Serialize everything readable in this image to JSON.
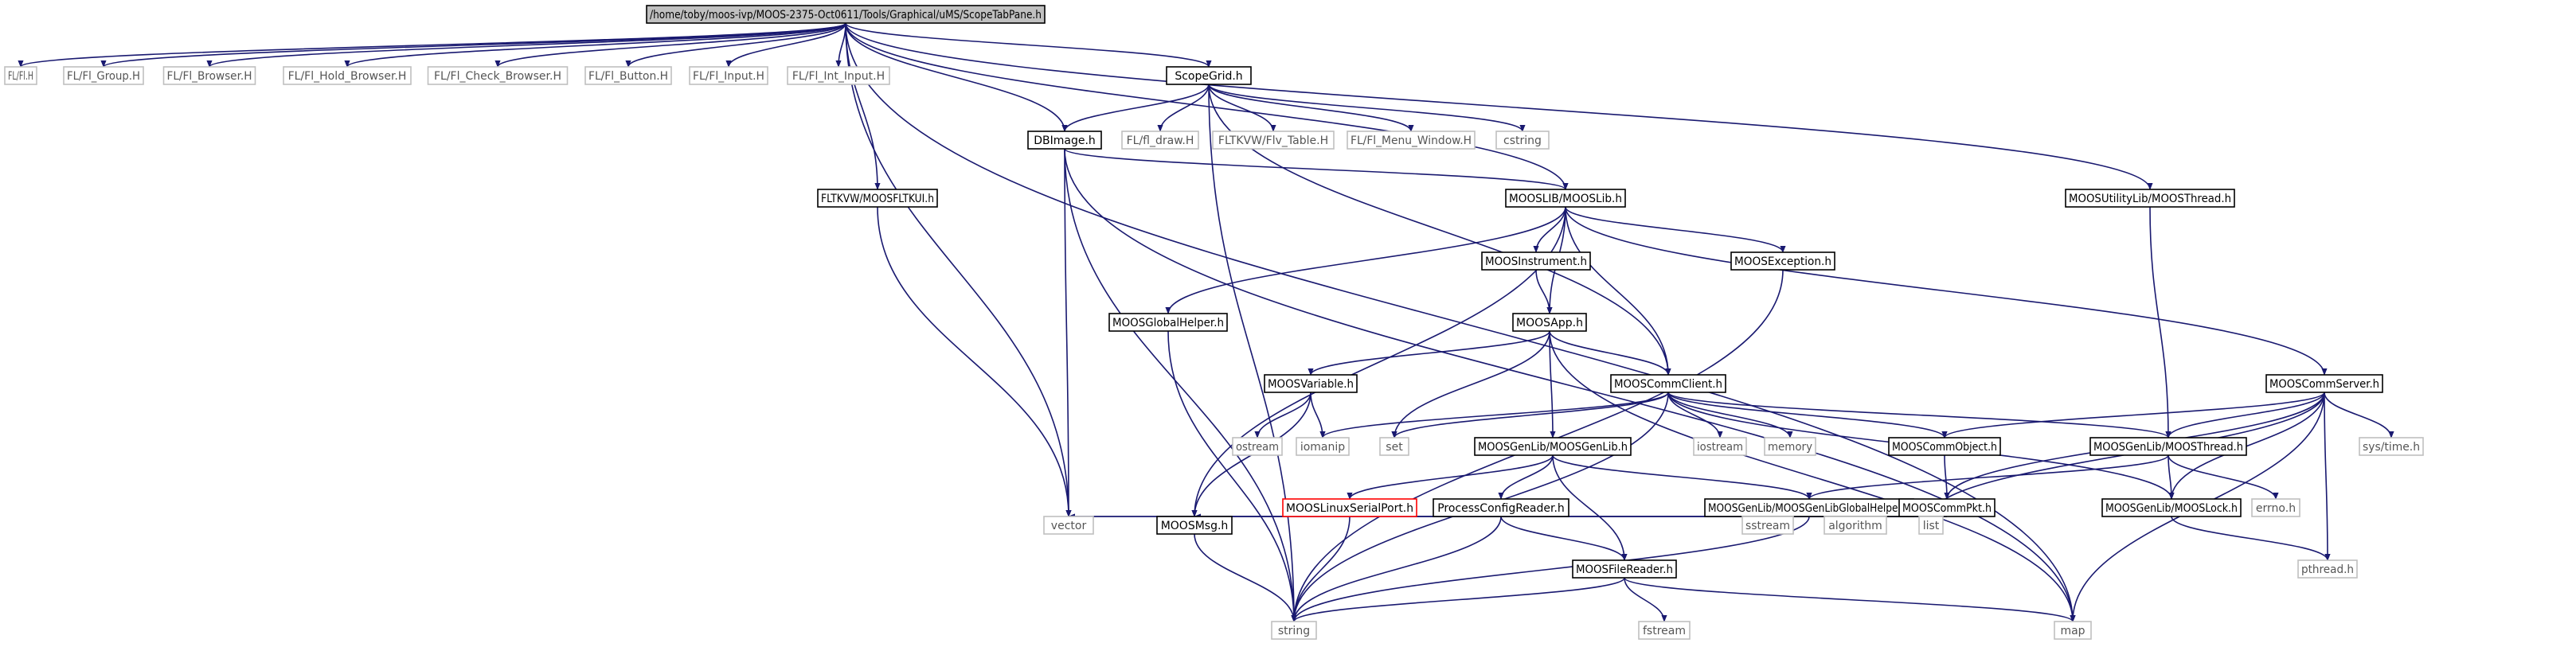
{
  "diagram": {
    "kind": "include-dependency-graph",
    "colors": {
      "edge": "#191970",
      "root_fill": "#c0c0c0",
      "node_border": "#000000",
      "external_border": "#bfbfbf",
      "missing_border": "#ff0000",
      "background": "#ffffff"
    },
    "nodes": [
      {
        "id": "root",
        "label": "/home/toby/moos-ivp/MOOS-2375-Oct0611/Tools/Graphical/uMS/ScopeTabPane.h",
        "style": "root"
      },
      {
        "id": "fl_h",
        "label": "FL/Fl.H",
        "style": "external"
      },
      {
        "id": "fl_group",
        "label": "FL/Fl_Group.H",
        "style": "external"
      },
      {
        "id": "fl_browser",
        "label": "FL/Fl_Browser.H",
        "style": "external"
      },
      {
        "id": "fl_hold_browser",
        "label": "FL/Fl_Hold_Browser.H",
        "style": "external"
      },
      {
        "id": "fl_check_browser",
        "label": "FL/Fl_Check_Browser.H",
        "style": "external"
      },
      {
        "id": "fl_button",
        "label": "FL/Fl_Button.H",
        "style": "external"
      },
      {
        "id": "fl_input",
        "label": "FL/Fl_Input.H",
        "style": "external"
      },
      {
        "id": "fl_int_input",
        "label": "FL/Fl_Int_Input.H",
        "style": "external"
      },
      {
        "id": "scopegrid",
        "label": "ScopeGrid.h",
        "style": "normal"
      },
      {
        "id": "dbimage",
        "label": "DBImage.h",
        "style": "normal"
      },
      {
        "id": "fl_draw",
        "label": "FL/fl_draw.H",
        "style": "external"
      },
      {
        "id": "flv_table",
        "label": "FLTKVW/Flv_Table.H",
        "style": "external"
      },
      {
        "id": "fl_menu_window",
        "label": "FL/Fl_Menu_Window.H",
        "style": "external"
      },
      {
        "id": "cstring",
        "label": "cstring",
        "style": "external"
      },
      {
        "id": "moosfltkui",
        "label": "FLTKVW/MOOSFLTKUI.h",
        "style": "normal"
      },
      {
        "id": "mooslib",
        "label": "MOOSLIB/MOOSLib.h",
        "style": "normal"
      },
      {
        "id": "utilthread",
        "label": "MOOSUtilityLib/MOOSThread.h",
        "style": "normal"
      },
      {
        "id": "moosinstrument",
        "label": "MOOSInstrument.h",
        "style": "normal"
      },
      {
        "id": "moosexception",
        "label": "MOOSException.h",
        "style": "normal"
      },
      {
        "id": "moosglobalhelper",
        "label": "MOOSGlobalHelper.h",
        "style": "normal"
      },
      {
        "id": "moosapp",
        "label": "MOOSApp.h",
        "style": "normal"
      },
      {
        "id": "moosvariable",
        "label": "MOOSVariable.h",
        "style": "normal"
      },
      {
        "id": "mooscommclient",
        "label": "MOOSCommClient.h",
        "style": "normal"
      },
      {
        "id": "mooscommserver",
        "label": "MOOSCommServer.h",
        "style": "normal"
      },
      {
        "id": "ostream",
        "label": "ostream",
        "style": "external"
      },
      {
        "id": "iomanip",
        "label": "iomanip",
        "style": "external"
      },
      {
        "id": "set",
        "label": "set",
        "style": "external"
      },
      {
        "id": "iostream",
        "label": "iostream",
        "style": "external"
      },
      {
        "id": "memory",
        "label": "memory",
        "style": "external"
      },
      {
        "id": "mooscommobject",
        "label": "MOOSCommObject.h",
        "style": "normal"
      },
      {
        "id": "genthread",
        "label": "MOOSGenLib/MOOSThread.h",
        "style": "normal"
      },
      {
        "id": "systime",
        "label": "sys/time.h",
        "style": "external"
      },
      {
        "id": "moosgenlib",
        "label": "MOOSGenLib/MOOSGenLib.h",
        "style": "normal"
      },
      {
        "id": "linuxserial",
        "label": "MOOSLinuxSerialPort.h",
        "style": "missing"
      },
      {
        "id": "processconfig",
        "label": "ProcessConfigReader.h",
        "style": "normal"
      },
      {
        "id": "globalhelper2",
        "label": "MOOSGenLib/MOOSGenLibGlobalHelper.h",
        "style": "normal"
      },
      {
        "id": "mooscommpkt",
        "label": "MOOSCommPkt.h",
        "style": "normal"
      },
      {
        "id": "mooslock",
        "label": "MOOSGenLib/MOOSLock.h",
        "style": "normal"
      },
      {
        "id": "errno",
        "label": "errno.h",
        "style": "external"
      },
      {
        "id": "vector",
        "label": "vector",
        "style": "external"
      },
      {
        "id": "moosmsg",
        "label": "MOOSMsg.h",
        "style": "normal"
      },
      {
        "id": "moosfilereader",
        "label": "MOOSFileReader.h",
        "style": "normal"
      },
      {
        "id": "sstream",
        "label": "sstream",
        "style": "external"
      },
      {
        "id": "algorithm",
        "label": "algorithm",
        "style": "external"
      },
      {
        "id": "list",
        "label": "list",
        "style": "external"
      },
      {
        "id": "pthread",
        "label": "pthread.h",
        "style": "external"
      },
      {
        "id": "string",
        "label": "string",
        "style": "external"
      },
      {
        "id": "fstream",
        "label": "fstream",
        "style": "external"
      },
      {
        "id": "map",
        "label": "map",
        "style": "external"
      }
    ],
    "edges": [
      [
        "root",
        "fl_h"
      ],
      [
        "root",
        "fl_group"
      ],
      [
        "root",
        "fl_browser"
      ],
      [
        "root",
        "fl_hold_browser"
      ],
      [
        "root",
        "fl_check_browser"
      ],
      [
        "root",
        "fl_button"
      ],
      [
        "root",
        "fl_input"
      ],
      [
        "root",
        "fl_int_input"
      ],
      [
        "root",
        "scopegrid"
      ],
      [
        "root",
        "dbimage"
      ],
      [
        "root",
        "moosfltkui"
      ],
      [
        "root",
        "mooslib"
      ],
      [
        "root",
        "utilthread"
      ],
      [
        "root",
        "vector"
      ],
      [
        "root",
        "map"
      ],
      [
        "scopegrid",
        "dbimage"
      ],
      [
        "scopegrid",
        "fl_draw"
      ],
      [
        "scopegrid",
        "flv_table"
      ],
      [
        "scopegrid",
        "fl_menu_window"
      ],
      [
        "scopegrid",
        "cstring"
      ],
      [
        "scopegrid",
        "string"
      ],
      [
        "scopegrid",
        "mooscommclient"
      ],
      [
        "dbimage",
        "mooslib"
      ],
      [
        "dbimage",
        "vector"
      ],
      [
        "dbimage",
        "string"
      ],
      [
        "dbimage",
        "map"
      ],
      [
        "moosfltkui",
        "vector"
      ],
      [
        "mooslib",
        "moosinstrument"
      ],
      [
        "mooslib",
        "moosexception"
      ],
      [
        "mooslib",
        "moosglobalhelper"
      ],
      [
        "mooslib",
        "moosapp"
      ],
      [
        "mooslib",
        "mooscommclient"
      ],
      [
        "mooslib",
        "mooscommserver"
      ],
      [
        "mooslib",
        "moosmsg"
      ],
      [
        "utilthread",
        "genthread"
      ],
      [
        "moosinstrument",
        "moosapp"
      ],
      [
        "moosexception",
        "string"
      ],
      [
        "moosglobalhelper",
        "string"
      ],
      [
        "moosapp",
        "moosvariable"
      ],
      [
        "moosapp",
        "mooscommclient"
      ],
      [
        "moosapp",
        "set"
      ],
      [
        "moosapp",
        "moosgenlib"
      ],
      [
        "moosapp",
        "map"
      ],
      [
        "moosvariable",
        "ostream"
      ],
      [
        "moosvariable",
        "iomanip"
      ],
      [
        "moosvariable",
        "moosmsg"
      ],
      [
        "mooscommclient",
        "iomanip"
      ],
      [
        "mooscommclient",
        "set"
      ],
      [
        "mooscommclient",
        "iostream"
      ],
      [
        "mooscommclient",
        "memory"
      ],
      [
        "mooscommclient",
        "mooscommobject"
      ],
      [
        "mooscommclient",
        "genthread"
      ],
      [
        "mooscommclient",
        "mooslock"
      ],
      [
        "mooscommclient",
        "string"
      ],
      [
        "mooscommserver",
        "mooscommobject"
      ],
      [
        "mooscommserver",
        "genthread"
      ],
      [
        "mooscommserver",
        "systime"
      ],
      [
        "mooscommserver",
        "mooslock"
      ],
      [
        "mooscommserver",
        "mooscommpkt"
      ],
      [
        "mooscommserver",
        "list"
      ],
      [
        "mooscommserver",
        "pthread"
      ],
      [
        "mooscommserver",
        "map"
      ],
      [
        "mooscommobject",
        "mooscommpkt"
      ],
      [
        "genthread",
        "mooslock"
      ],
      [
        "genthread",
        "errno"
      ],
      [
        "genthread",
        "globalhelper2"
      ],
      [
        "moosgenlib",
        "linuxserial"
      ],
      [
        "moosgenlib",
        "processconfig"
      ],
      [
        "moosgenlib",
        "globalhelper2"
      ],
      [
        "moosgenlib",
        "moosfilereader"
      ],
      [
        "linuxserial",
        "string"
      ],
      [
        "processconfig",
        "moosfilereader"
      ],
      [
        "processconfig",
        "string"
      ],
      [
        "processconfig",
        "list"
      ],
      [
        "processconfig",
        "vector"
      ],
      [
        "globalhelper2",
        "vector"
      ],
      [
        "globalhelper2",
        "sstream"
      ],
      [
        "globalhelper2",
        "algorithm"
      ],
      [
        "globalhelper2",
        "list"
      ],
      [
        "globalhelper2",
        "string"
      ],
      [
        "mooscommpkt",
        "list"
      ],
      [
        "mooscommpkt",
        "moosmsg"
      ],
      [
        "mooslock",
        "pthread"
      ],
      [
        "moosmsg",
        "string"
      ],
      [
        "moosfilereader",
        "string"
      ],
      [
        "moosfilereader",
        "fstream"
      ],
      [
        "moosfilereader",
        "map"
      ]
    ]
  }
}
